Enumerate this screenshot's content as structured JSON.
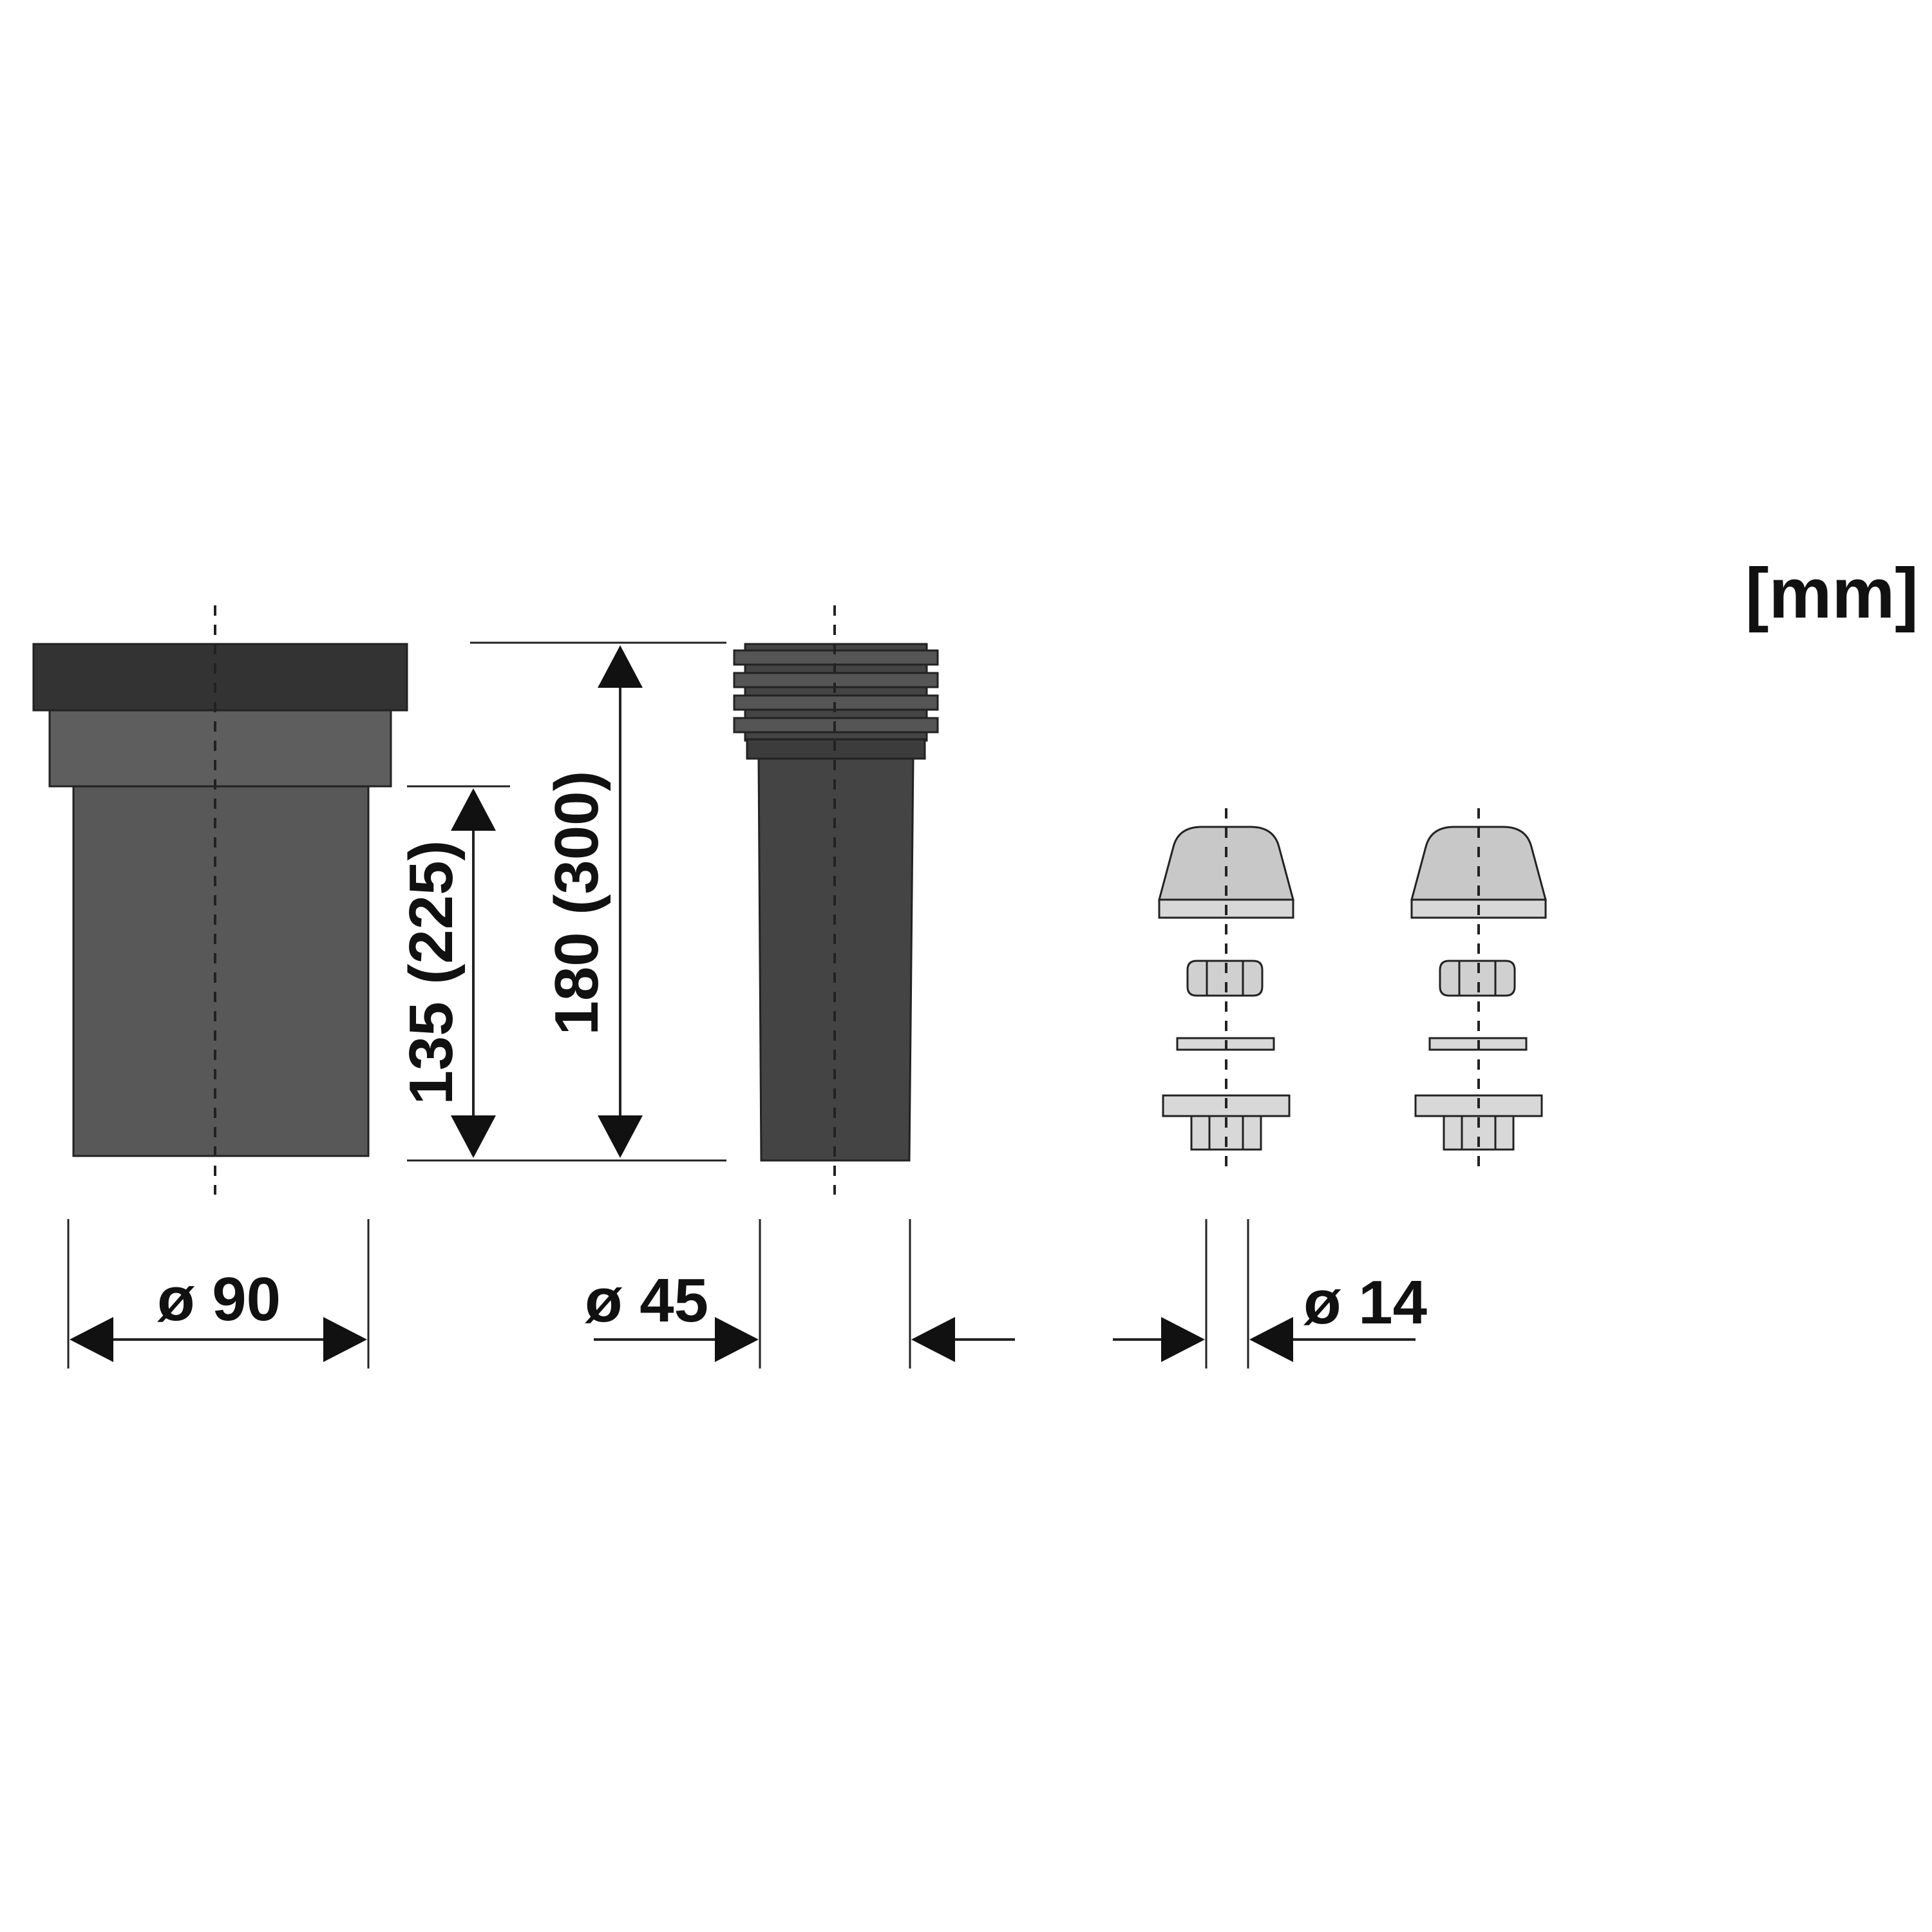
{
  "unit_label": "[mm]",
  "dimensions": {
    "diameter_large": "ø 90",
    "diameter_small": "ø 45",
    "diameter_bolt": "ø 14",
    "height_inner": "135 (225)",
    "height_total": "180 (300)"
  },
  "colors": {
    "pipe_collar_dark": "#333333",
    "pipe_body": "#585858",
    "pipe_step": "#5e5e5e",
    "cap_fill": "#c8c8c8",
    "hardware_fill": "#d8d8d8",
    "line": "#222222"
  }
}
